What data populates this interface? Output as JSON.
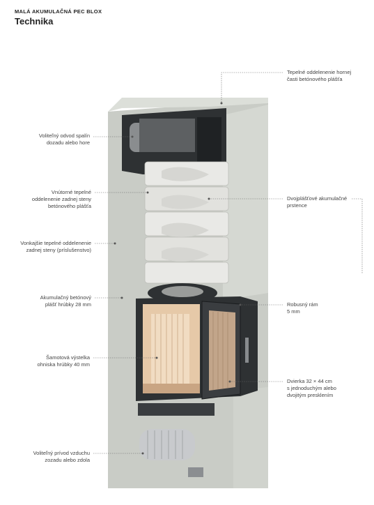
{
  "header": {
    "subtitle": "MALÁ AKUMULAČNÁ PEC BLOX",
    "title": "Technika"
  },
  "callouts": {
    "flue_outlet": [
      "Voliteľný odvod spalín",
      "dozadu alebo hore"
    ],
    "inner_insulation": [
      "Vnútorné tepelné",
      "oddelenenie zadnej steny",
      "betónového plášťa"
    ],
    "outer_insulation": [
      "Vonkajšie tepelné oddelenenie",
      "zadnej steny (príslušenstvo)"
    ],
    "concrete_mantle": [
      "Akumulačný betónový",
      "plášť hrúbky 28 mm"
    ],
    "firebox_lining": [
      "Šamotová výstelka",
      "ohniska hrúbky 40 mm"
    ],
    "air_inlet": [
      "Voliteľný prívod vzduchu",
      "zozadu alebo zdola"
    ],
    "top_insulation": [
      "Tepelné oddelenenie hornej",
      "časti betónového plášťa"
    ],
    "double_rings": [
      "Dvojplášťové akumulačné",
      "prstence"
    ],
    "frame": [
      "Robusný rám",
      "5 mm"
    ],
    "door": [
      "Dvierka 32 × 44 cm",
      "s jednoduchým alebo",
      "dvojitým presklením"
    ]
  },
  "colors": {
    "concrete": "#c9ccc6",
    "concrete_dark": "#9ea29c",
    "steel": "#2e3133",
    "chamotte": "#e6c9a8",
    "chamotte_dark": "#c9a583",
    "rings": "#e9e9e6"
  }
}
